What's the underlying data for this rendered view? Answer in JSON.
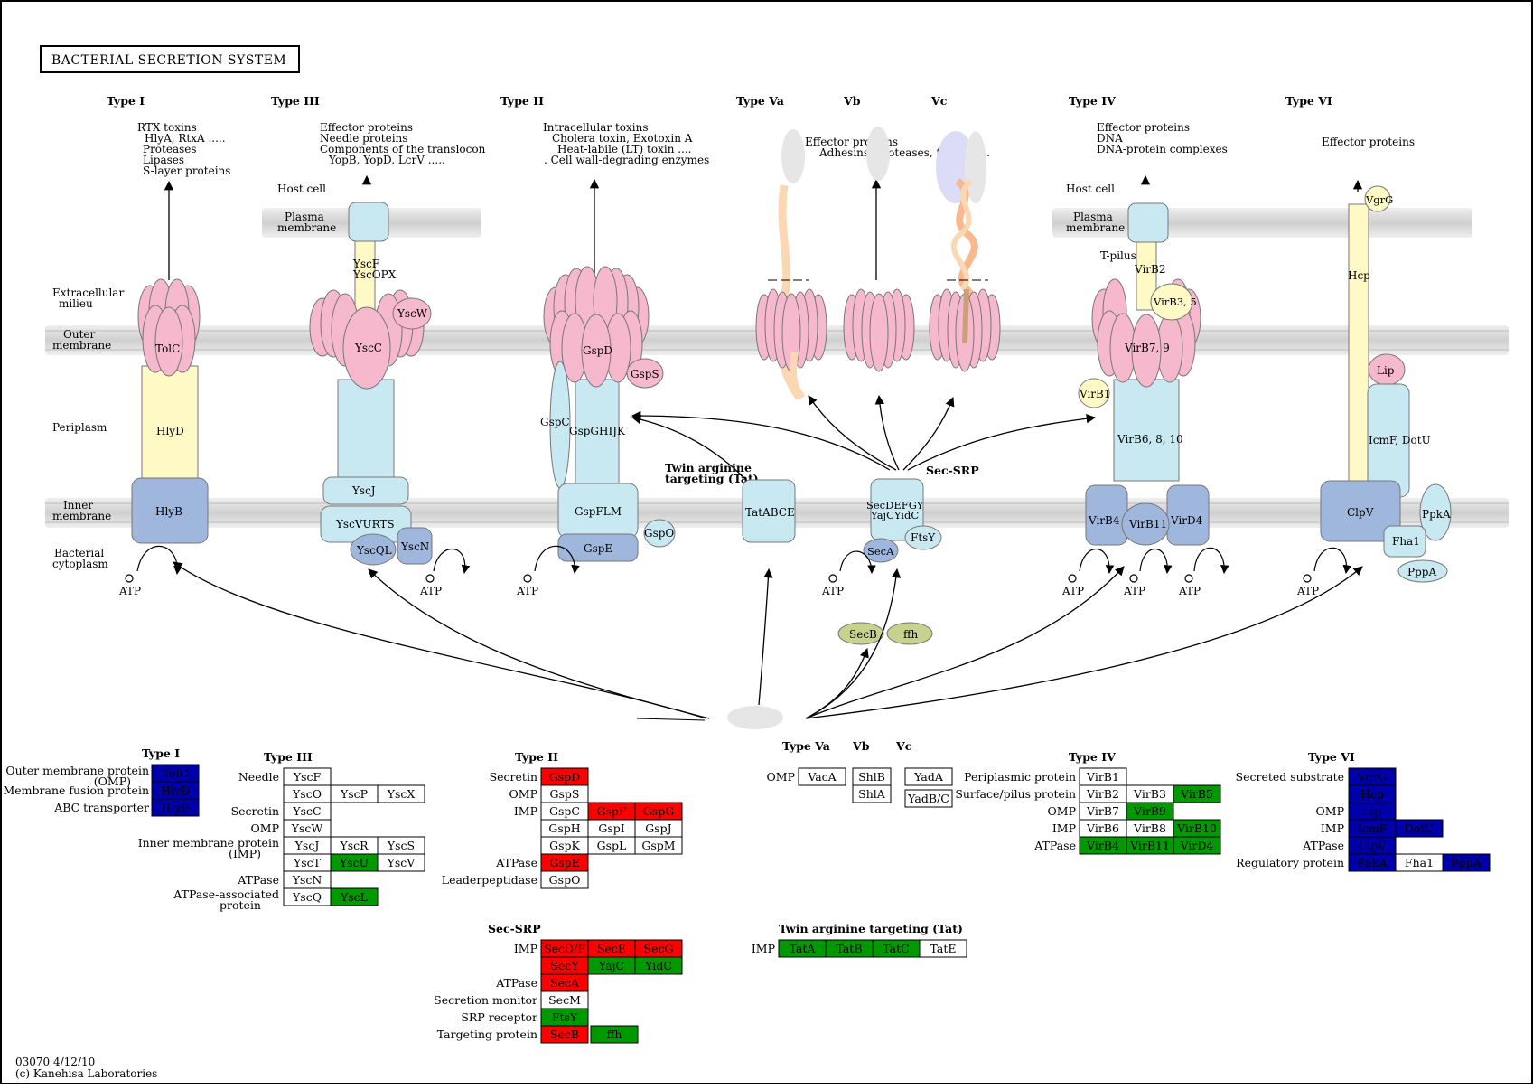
{
  "title": "BACTERIAL SECRETION SYSTEM",
  "footer": {
    "id": "03070 4/12/10",
    "copyright": "(c) Kanehisa Laboratories"
  },
  "colors": {
    "pink": "#f5b8cc",
    "lightblue": "#c9e9f2",
    "blue": "#9fb6dd",
    "yellow": "#fffac5",
    "olive": "#c8d28f",
    "red": "#ff0000",
    "green": "#009900",
    "navy": "#0000aa",
    "membrane": "#d8d8d8"
  },
  "compartments": {
    "host_cell": "Host cell",
    "plasma_membrane": [
      "Plasma",
      "membrane"
    ],
    "extracellular": [
      "Extracellular",
      "milieu"
    ],
    "outer_membrane": [
      "Outer",
      "membrane"
    ],
    "periplasm": "Periplasm",
    "inner_membrane": [
      "Inner",
      "membrane"
    ],
    "cytoplasm": [
      "Bacterial",
      "cytoplasm"
    ]
  },
  "system_headers": {
    "t1": "Type I",
    "t3": "Type III",
    "t2": "Type II",
    "t5a": "Type Va",
    "t5b": "Vb",
    "t5c": "Vc",
    "t4": "Type IV",
    "t6": "Type VI",
    "tat": [
      "Twin arginine",
      "targeting (Tat)"
    ],
    "secsrp": "Sec-SRP",
    "tpilus": "T-pilus"
  },
  "substrates": {
    "t1": [
      "RTX toxins",
      "HlyA, RtxA  .....",
      "Proteases",
      "Lipases",
      "S-layer proteins"
    ],
    "t3": [
      "Effector proteins",
      "Needle proteins",
      "Components of the translocon",
      "YopB, YopD, LcrV  ....."
    ],
    "t2": [
      "Intracellular toxins",
      "Cholera toxin, Exotoxin A",
      "Heat-labile (LT) toxin  ....",
      ". Cell wall-degrading enzymes"
    ],
    "t5": [
      "Effector proteins",
      "Adhesins, proteases, toxins ....."
    ],
    "t4": [
      "Effector proteins",
      "DNA",
      "DNA-protein complexes"
    ],
    "t6": [
      "Effector proteins"
    ]
  },
  "components": {
    "tolc": "TolC",
    "hlyd": "HlyD",
    "hlyb": "HlyB",
    "yscf": [
      "YscF",
      "YscOPX"
    ],
    "yscw": "YscW",
    "yscc": "YscC",
    "yscj": "YscJ",
    "yscvurts": "YscVURTS",
    "yscql": "YscQL",
    "yscn": "YscN",
    "gspd": "GspD",
    "gsps": "GspS",
    "gspc": "GspC",
    "gspghijk": "GspGHIJK",
    "gspflm": "GspFLM",
    "gspe": "GspE",
    "gspo": "GspO",
    "tatabce": "TatABCE",
    "secdefgy": [
      "SecDEFGY",
      "YajCYidC"
    ],
    "ftsy": "FtsY",
    "seca": "SecA",
    "secb": "SecB",
    "ffh": "ffh",
    "virb2": "VirB2",
    "virb35": "VirB3, 5",
    "virb79": "VirB7, 9",
    "virb1": "VirB1",
    "virb6810": "VirB6, 8, 10",
    "virb4": "VirB4",
    "virb11": "VirB11",
    "vird4": "VirD4",
    "vgrg": "VgrG",
    "hcp": "Hcp",
    "lip": "Lip",
    "icmf": "IcmF, DotU",
    "clpv": "ClpV",
    "ppka": "PpkA",
    "fha1": "Fha1",
    "pppa": "PppA",
    "atp": "ATP"
  },
  "legend": {
    "type1": {
      "header": "Type I",
      "rows": [
        {
          "label": [
            "Outer membrane  protein",
            "(OMP)"
          ],
          "cells": [
            {
              "text": "TolC",
              "color": "navy"
            }
          ]
        },
        {
          "label": [
            "Membrane fusion protein"
          ],
          "cells": [
            {
              "text": "HlyD",
              "color": "navy"
            }
          ]
        },
        {
          "label": [
            "ABC transporter"
          ],
          "cells": [
            {
              "text": "HlyB",
              "color": "navy"
            }
          ]
        }
      ]
    },
    "type3": {
      "header": "Type III",
      "rows": [
        {
          "label": [
            "Needle"
          ],
          "cells": [
            {
              "text": "YscF",
              "color": "white"
            }
          ]
        },
        {
          "label": [
            ""
          ],
          "cells": [
            {
              "text": "YscO",
              "color": "white"
            },
            {
              "text": "YscP",
              "color": "white"
            },
            {
              "text": "YscX",
              "color": "white"
            }
          ]
        },
        {
          "label": [
            "Secretin"
          ],
          "cells": [
            {
              "text": "YscC",
              "color": "white"
            }
          ]
        },
        {
          "label": [
            "OMP"
          ],
          "cells": [
            {
              "text": "YscW",
              "color": "white"
            }
          ]
        },
        {
          "label": [
            "Inner membrane protein",
            "(IMP)"
          ],
          "cells": [
            {
              "text": "YscJ",
              "color": "white"
            },
            {
              "text": "YscR",
              "color": "white"
            },
            {
              "text": "YscS",
              "color": "white"
            }
          ]
        },
        {
          "label": [
            ""
          ],
          "cells": [
            {
              "text": "YscT",
              "color": "white"
            },
            {
              "text": "YscU",
              "color": "green"
            },
            {
              "text": "YscV",
              "color": "white"
            }
          ]
        },
        {
          "label": [
            "ATPase"
          ],
          "cells": [
            {
              "text": "YscN",
              "color": "white"
            }
          ]
        },
        {
          "label": [
            "ATPase-associated",
            "protein"
          ],
          "cells": [
            {
              "text": "YscQ",
              "color": "white"
            },
            {
              "text": "YscL",
              "color": "green"
            }
          ]
        }
      ]
    },
    "type2": {
      "header": "Type II",
      "rows": [
        {
          "label": [
            "Secretin"
          ],
          "cells": [
            {
              "text": "GspD",
              "color": "red"
            }
          ]
        },
        {
          "label": [
            "OMP"
          ],
          "cells": [
            {
              "text": "GspS",
              "color": "white"
            }
          ]
        },
        {
          "label": [
            "IMP"
          ],
          "cells": [
            {
              "text": "GspC",
              "color": "white"
            },
            {
              "text": "GspF",
              "color": "red"
            },
            {
              "text": "GspG",
              "color": "red"
            }
          ]
        },
        {
          "label": [
            ""
          ],
          "cells": [
            {
              "text": "GspH",
              "color": "white"
            },
            {
              "text": "GspI",
              "color": "white"
            },
            {
              "text": "GspJ",
              "color": "white"
            }
          ]
        },
        {
          "label": [
            ""
          ],
          "cells": [
            {
              "text": "GspK",
              "color": "white"
            },
            {
              "text": "GspL",
              "color": "white"
            },
            {
              "text": "GspM",
              "color": "white"
            }
          ]
        },
        {
          "label": [
            "ATPase"
          ],
          "cells": [
            {
              "text": "GspE",
              "color": "red"
            }
          ]
        },
        {
          "label": [
            "Leaderpeptidase"
          ],
          "cells": [
            {
              "text": "GspO",
              "color": "white"
            }
          ]
        }
      ]
    },
    "type5": {
      "headers": [
        "Type Va",
        "Vb",
        "Vc"
      ],
      "omp_label": "OMP",
      "cells": [
        {
          "text": "VacA",
          "color": "white"
        },
        {
          "text": "ShlB",
          "color": "white"
        },
        {
          "text": "ShlA",
          "color": "white"
        },
        {
          "text": "YadA",
          "color": "white"
        },
        {
          "text": "YadB/C",
          "color": "white"
        }
      ]
    },
    "type4": {
      "header": "Type IV",
      "rows": [
        {
          "label": [
            "Periplasmic protein"
          ],
          "cells": [
            {
              "text": "VirB1",
              "color": "white"
            }
          ]
        },
        {
          "label": [
            "Surface/pilus protein"
          ],
          "cells": [
            {
              "text": "VirB2",
              "color": "white"
            },
            {
              "text": "VirB3",
              "color": "white"
            },
            {
              "text": "VirB5",
              "color": "green"
            }
          ]
        },
        {
          "label": [
            "OMP"
          ],
          "cells": [
            {
              "text": "VirB7",
              "color": "white"
            },
            {
              "text": "VirB9",
              "color": "green"
            }
          ]
        },
        {
          "label": [
            "IMP"
          ],
          "cells": [
            {
              "text": "VirB6",
              "color": "white"
            },
            {
              "text": "VirB8",
              "color": "white"
            },
            {
              "text": "VirB10",
              "color": "green"
            }
          ]
        },
        {
          "label": [
            "ATPase"
          ],
          "cells": [
            {
              "text": "VirB4",
              "color": "green"
            },
            {
              "text": "VirB11",
              "color": "green"
            },
            {
              "text": "VirD4",
              "color": "green"
            }
          ]
        }
      ]
    },
    "type6": {
      "header": "Type VI",
      "rows": [
        {
          "label": [
            "Secreted substrate"
          ],
          "cells": [
            {
              "text": "VgrG",
              "color": "navy"
            }
          ]
        },
        {
          "label": [
            ""
          ],
          "cells": [
            {
              "text": "Hcp",
              "color": "navy"
            }
          ]
        },
        {
          "label": [
            "OMP"
          ],
          "cells": [
            {
              "text": "Lip",
              "color": "navy"
            }
          ]
        },
        {
          "label": [
            "IMP"
          ],
          "cells": [
            {
              "text": "IcmF",
              "color": "navy"
            },
            {
              "text": "DotU",
              "color": "navy"
            }
          ]
        },
        {
          "label": [
            "ATPase"
          ],
          "cells": [
            {
              "text": "ClpV",
              "color": "navy"
            }
          ]
        },
        {
          "label": [
            "Regulatory protein"
          ],
          "cells": [
            {
              "text": "PpkA",
              "color": "navy"
            },
            {
              "text": "Fha1",
              "color": "white"
            },
            {
              "text": "PppA",
              "color": "navy"
            }
          ]
        }
      ]
    },
    "secsrp": {
      "header": "Sec-SRP",
      "rows": [
        {
          "label": [
            "IMP"
          ],
          "cells": [
            {
              "text": "SecD/F",
              "color": "red"
            },
            {
              "text": "SecE",
              "color": "red"
            },
            {
              "text": "SecG",
              "color": "red"
            }
          ]
        },
        {
          "label": [
            ""
          ],
          "cells": [
            {
              "text": "SecY",
              "color": "red"
            },
            {
              "text": "YajC",
              "color": "green"
            },
            {
              "text": "YidC",
              "color": "green"
            }
          ]
        },
        {
          "label": [
            "ATPase"
          ],
          "cells": [
            {
              "text": "SecA",
              "color": "red"
            }
          ]
        },
        {
          "label": [
            "Secretion monitor"
          ],
          "cells": [
            {
              "text": "SecM",
              "color": "white"
            }
          ]
        },
        {
          "label": [
            "SRP receptor"
          ],
          "cells": [
            {
              "text": "FtsY",
              "color": "green"
            }
          ]
        },
        {
          "label": [
            "Targeting protein"
          ],
          "cells": [
            {
              "text": "SecB",
              "color": "red"
            },
            {
              "text": "ffh",
              "color": "green",
              "gap": true
            }
          ]
        }
      ]
    },
    "tat": {
      "header": "Twin arginine targeting (Tat)",
      "rows": [
        {
          "label": [
            "IMP"
          ],
          "cells": [
            {
              "text": "TatA",
              "color": "green"
            },
            {
              "text": "TatB",
              "color": "green"
            },
            {
              "text": "TatC",
              "color": "green"
            },
            {
              "text": "TatE",
              "color": "white"
            }
          ]
        }
      ]
    }
  }
}
